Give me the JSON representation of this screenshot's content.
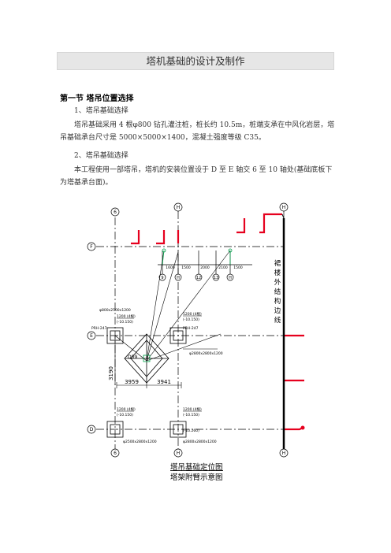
{
  "doc": {
    "title": "塔机基础的设计及制作",
    "section": "第一节   塔吊位置选择",
    "sub1": "1、塔吊基础选择",
    "p1": "塔吊基础采用 4 根φ800 钻孔灌注桩，桩长约 10.5m，桩端支承在中风化岩层，塔吊基础承台尺寸是 5000×5000×1400，混凝土强度等级 C35。",
    "sub2": "2、塔吊基础选择",
    "p2": "本工程使用一部塔吊，塔机的安装位置设于 D 至 E  轴交 6 至 10 轴处(基础底板下为塔基承台面)。"
  },
  "drawing": {
    "axis_top": [
      "6",
      "H",
      "H"
    ],
    "axis_left": [
      "F",
      "E",
      "D"
    ],
    "axis_bottom": [
      "6",
      "H",
      "H"
    ],
    "axis_mid": [
      "9",
      "H",
      "12",
      "13",
      "H"
    ],
    "dims_top": [
      "1600",
      "1500",
      "2000",
      "2100",
      "1500"
    ],
    "dims_bottom": [
      "3959",
      "3941"
    ],
    "dim_vertical": "3190",
    "tower_label": "Q09",
    "side_label": [
      "裙",
      "楼",
      "外",
      "结",
      "构",
      "边",
      "线"
    ],
    "notes": [
      "φ800x2500x1200",
      "φ2800x2800x1200",
      "φ2500x2800x1200",
      "φ2800x2800x1200"
    ],
    "pile_tags": [
      "1200 (4根)",
      "(-10.150)",
      "1200 (4根)",
      "(-10.150)",
      "1200 (4根)",
      "(-10.150)",
      "1200 (4根)",
      "(-10.150)"
    ],
    "small_tags": [
      "PRH-247",
      "PRH-247",
      "(-10.260)"
    ],
    "caption1": "塔吊基础定位图",
    "caption2": "塔架附臂示意图"
  },
  "colors": {
    "red": "#e6001e",
    "green": "#00a04a",
    "black": "#000000"
  }
}
